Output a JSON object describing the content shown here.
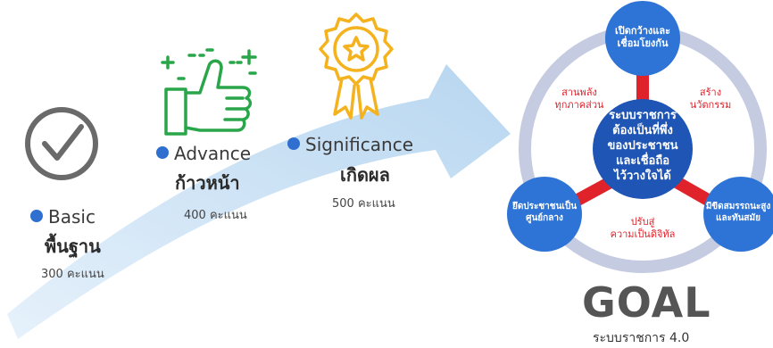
{
  "stages": [
    {
      "name_en": "Basic",
      "name_th": "พื้นฐาน",
      "points": "300 คะแนน"
    },
    {
      "name_en": "Advance",
      "name_th": "ก้าวหน้า",
      "points": "400 คะแนน"
    },
    {
      "name_en": "Significance",
      "name_th": "เกิดผล",
      "points": "500 คะแนน"
    }
  ],
  "center": {
    "lines": [
      "ระบบราชการ",
      "ต้องเป็นที่พึ่ง",
      "ของประชาชน",
      "และเชื่อถือ",
      "ไว้วางใจได้"
    ]
  },
  "nodes": {
    "top": [
      "เปิดกว้างและ",
      "เชื่อมโยงกัน"
    ],
    "left": [
      "ยึดประชาชนเป็น",
      "ศูนย์กลาง"
    ],
    "right": [
      "มีขีดสมรรถนะสูง",
      "และทันสมัย"
    ]
  },
  "labels": {
    "upper_left": [
      "สานพลัง",
      "ทุกภาคส่วน"
    ],
    "upper_right": [
      "สร้าง",
      "นวัตกรรม"
    ],
    "bottom": [
      "ปรับสู่",
      "ความเป็นดิจิทัล"
    ]
  },
  "goal": {
    "title": "GOAL",
    "subtitle": "ระบบราชการ 4.0"
  },
  "colors": {
    "blue_dark": "#1f55b5",
    "blue_mid": "#2e73d6",
    "ring": "#c5cbe0",
    "red": "#e0232b",
    "arrow": "#bcd8f0",
    "green": "#2aa64a",
    "gold": "#f5b21f",
    "grey": "#555555"
  },
  "icons": [
    "checkmark-circle-icon",
    "thumbs-up-icon",
    "award-badge-icon"
  ]
}
